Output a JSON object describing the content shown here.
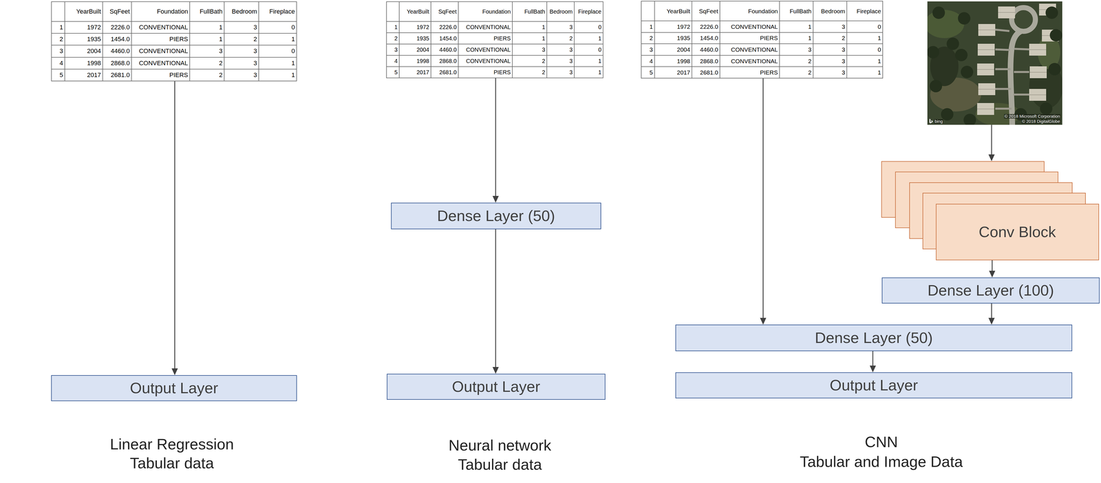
{
  "diagram": {
    "nodes": [
      {
        "text": [
          "YearBuilt",
          "SqFeet",
          "Foundation",
          "FullBath",
          "Bedroom",
          "Fireplace",
          "1",
          "1972",
          "2226.0",
          "CONVENTIONAL",
          "1",
          "3",
          "0",
          "2",
          "1935",
          "1454.0",
          "PIERS",
          "1",
          "2",
          "1",
          "3",
          "2004",
          "4460.0",
          "CONVENTIONAL",
          "3",
          "3",
          "0",
          "4",
          "1998",
          "2868.0",
          "CONVENTIONAL",
          "2",
          "3",
          "1",
          "5",
          "2017",
          "2681.0",
          "PIERS",
          "2",
          "3",
          "1"
        ]
      },
      {
        "text": [
          "Output Layer"
        ]
      },
      {
        "text": [
          "YearBuilt",
          "SqFeet",
          "Foundation",
          "FullBath",
          "Bedroom",
          "Fireplace",
          "1",
          "1972",
          "2226.0",
          "CONVENTIONAL",
          "1",
          "3",
          "0",
          "2",
          "1935",
          "1454.0",
          "PIERS",
          "1",
          "2",
          "1",
          "3",
          "2004",
          "4460.0",
          "CONVENTIONAL",
          "3",
          "3",
          "0",
          "4",
          "1998",
          "2868.0",
          "CONVENTIONAL",
          "2",
          "3",
          "1",
          "5",
          "2017",
          "2681.0",
          "PIERS",
          "2",
          "3",
          "1"
        ]
      },
      {
        "text": [
          "Dense Layer (50)"
        ]
      },
      {
        "text": [
          "Output Layer"
        ]
      },
      {
        "text": [
          "YearBuilt",
          "SqFeet",
          "Foundation",
          "FullBath",
          "Bedroom",
          "Fireplace",
          "1",
          "1972",
          "2226.0",
          "CONVENTIONAL",
          "1",
          "3",
          "0",
          "2",
          "1935",
          "1454.0",
          "PIERS",
          "1",
          "2",
          "1",
          "3",
          "2004",
          "4460.0",
          "CONVENTIONAL",
          "3",
          "3",
          "0",
          "4",
          "1998",
          "2868.0",
          "CONVENTIONAL",
          "2",
          "3",
          "1",
          "5",
          "2017",
          "2681.0",
          "PIERS",
          "2",
          "3",
          "1"
        ]
      },
      {
        "text": [
          "© 2018 Microsoft Corporation",
          "© 2018 DigitalGlobe",
          "bing"
        ]
      },
      {
        "text": [
          "Conv Block"
        ]
      },
      {
        "text": [
          "Dense Layer (100)"
        ]
      },
      {
        "text": [
          "Dense Layer (50)"
        ]
      },
      {
        "text": [
          "Output Layer"
        ]
      }
    ],
    "edges": [
      {
        "from": 0,
        "to": 1,
        "arrow": "to"
      },
      {
        "from": 2,
        "to": 3,
        "arrow": "to"
      },
      {
        "from": 3,
        "to": 4,
        "arrow": "to"
      },
      {
        "from": 5,
        "to": 9,
        "arrow": "to"
      },
      {
        "from": 6,
        "to": 7,
        "arrow": "to"
      },
      {
        "from": 7,
        "to": 8,
        "arrow": "to"
      },
      {
        "from": 8,
        "to": 9,
        "arrow": "to"
      },
      {
        "from": 9,
        "to": 10,
        "arrow": "to"
      }
    ],
    "labels": [
      "Linear Regression",
      "Tabular data",
      "Neural network",
      "Tabular data",
      "CNN",
      "Tabular and Image Data"
    ]
  }
}
